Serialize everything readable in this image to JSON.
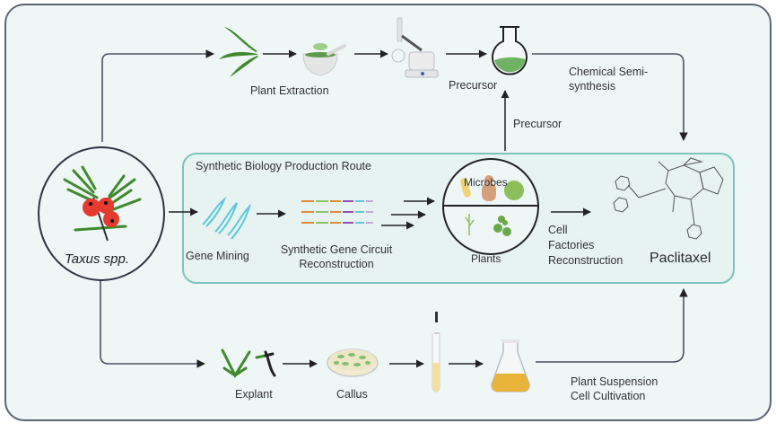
{
  "title": "Paclitaxel production routes from Taxus spp.",
  "source": {
    "label": "Taxus spp."
  },
  "top_route": {
    "steps": [
      {
        "label": "Plant Extraction",
        "icon": "leaves-and-mortar-icon"
      },
      {
        "label": "",
        "icon": "rotary-evaporator-icon"
      },
      {
        "label": "Precursor",
        "icon": "round-flask-icon"
      }
    ],
    "route_label": "Chemical Semi-synthesis",
    "route_label_line1": "Chemical Semi-",
    "route_label_line2": "synthesis"
  },
  "synbio_route": {
    "title": "Synthetic Biology Production Route",
    "gene_mining": "Gene Mining",
    "circuit_line1": "Synthetic Gene Circuit",
    "circuit_line2": "Reconstruction",
    "factory_top": "Microbes",
    "factory_bottom": "Plants",
    "cell_line1": "Cell",
    "cell_line2": "Factories",
    "cell_line3": "Reconstruction",
    "precursor_up": "Precursor"
  },
  "product": {
    "label": "Paclitaxel",
    "icon": "paclitaxel-structure-icon"
  },
  "bottom_route": {
    "steps": [
      {
        "label": "Explant",
        "icon": "explant-icon"
      },
      {
        "label": "Callus",
        "icon": "petri-dish-icon"
      },
      {
        "label": "",
        "icon": "test-tube-icon"
      },
      {
        "label": "",
        "icon": "erlenmeyer-flask-icon"
      }
    ],
    "route_line1": "Plant Suspension",
    "route_line2": "Cell Cultivation"
  },
  "colors": {
    "frame_border": "#5b6575",
    "background": "#eef6f6",
    "synbio_border": "#7cc4bb",
    "leaf_green": "#3f8a2e",
    "dna_blue": "#5ec7dc",
    "berry_red": "#e53a2e",
    "culture_yellow": "#e8b43a"
  }
}
